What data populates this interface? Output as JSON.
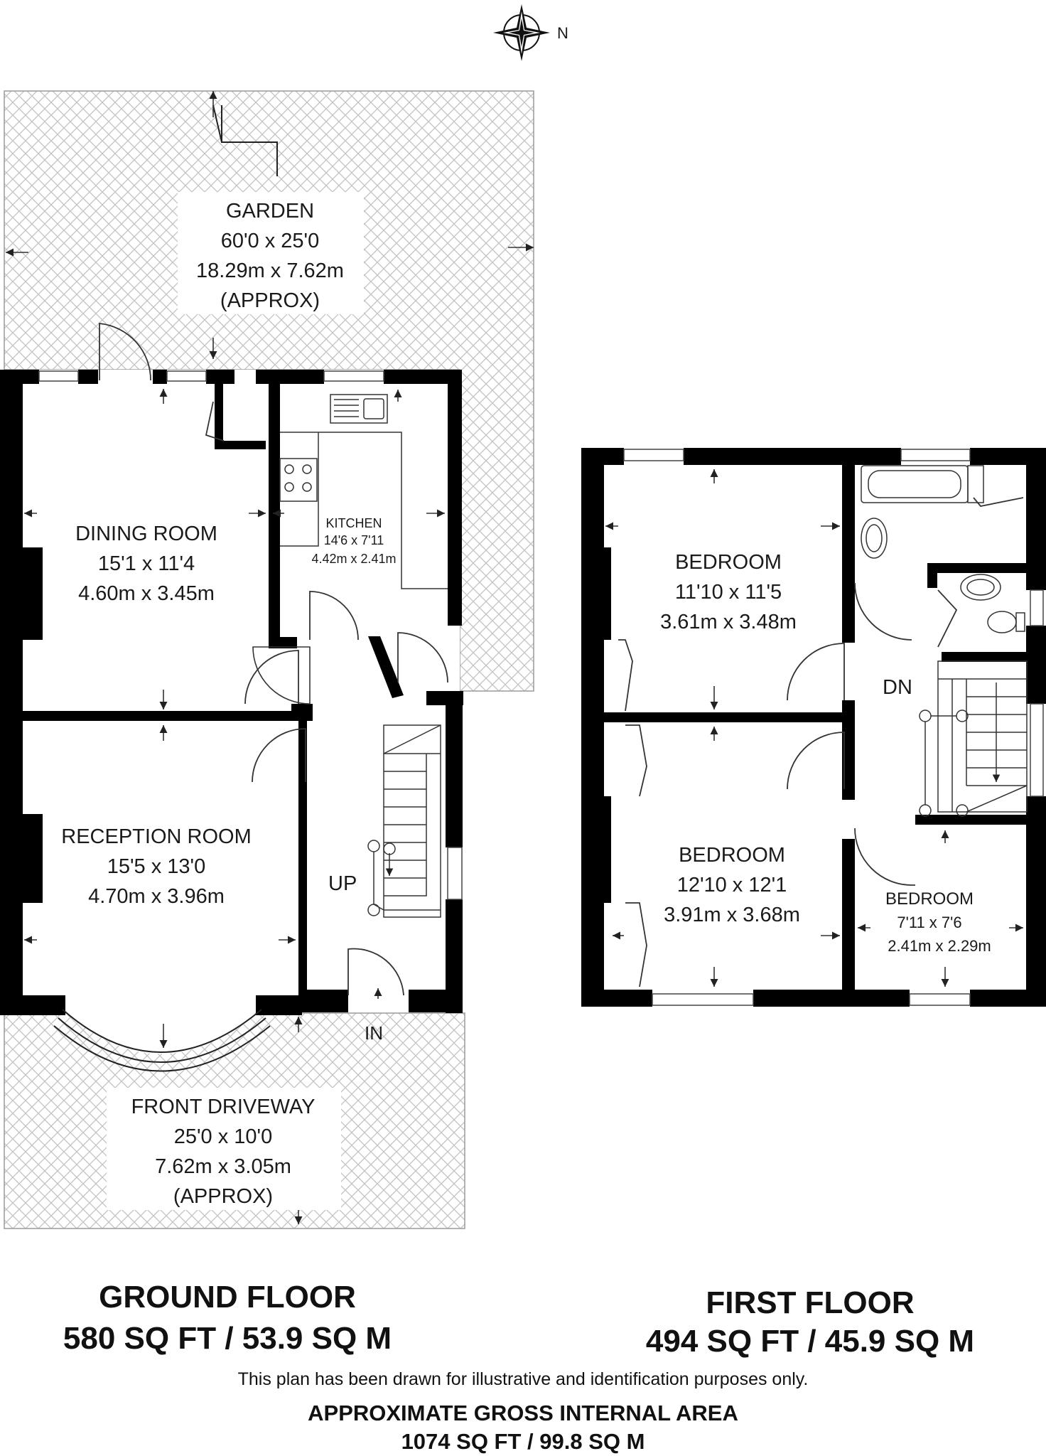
{
  "compass": {
    "north_label": "N"
  },
  "ground_floor": {
    "garden": {
      "name": "GARDEN",
      "imperial": "60'0 x 25'0",
      "metric": "18.29m x 7.62m",
      "note": "(APPROX)"
    },
    "dining_room": {
      "name": "DINING ROOM",
      "imperial": "15'1 x 11'4",
      "metric": "4.60m x 3.45m"
    },
    "kitchen": {
      "name": "KITCHEN",
      "imperial": "14'6 x 7'11",
      "metric": "4.42m x 2.41m"
    },
    "reception_room": {
      "name": "RECEPTION ROOM",
      "imperial": "15'5 x 13'0",
      "metric": "4.70m x 3.96m"
    },
    "front_driveway": {
      "name": "FRONT DRIVEWAY",
      "imperial": "25'0 x 10'0",
      "metric": "7.62m x 3.05m",
      "note": "(APPROX)"
    },
    "stairs_label": "UP",
    "entrance_label": "IN"
  },
  "first_floor": {
    "bedroom_1": {
      "name": "BEDROOM",
      "imperial": "11'10 x 11'5",
      "metric": "3.61m x 3.48m"
    },
    "bedroom_2": {
      "name": "BEDROOM",
      "imperial": "12'10 x 12'1",
      "metric": "3.91m x 3.68m"
    },
    "bedroom_3": {
      "name": "BEDROOM",
      "imperial": "7'11 x 7'6",
      "metric": "2.41m x 2.29m"
    },
    "stairs_label": "DN"
  },
  "captions": {
    "ground_floor_title": "GROUND FLOOR",
    "ground_floor_area": "580 SQ FT / 53.9 SQ M",
    "first_floor_title": "FIRST FLOOR",
    "first_floor_area": "494 SQ FT / 45.9 SQ M",
    "disclaimer": "This plan has been drawn for illustrative and identification purposes only.",
    "gross_area_title": "APPROXIMATE GROSS INTERNAL AREA",
    "gross_area_value": "1074 SQ FT / 99.8 SQ M"
  },
  "colors": {
    "wall": "#000000",
    "hatch": "#c8c8c8",
    "line": "#333333"
  }
}
